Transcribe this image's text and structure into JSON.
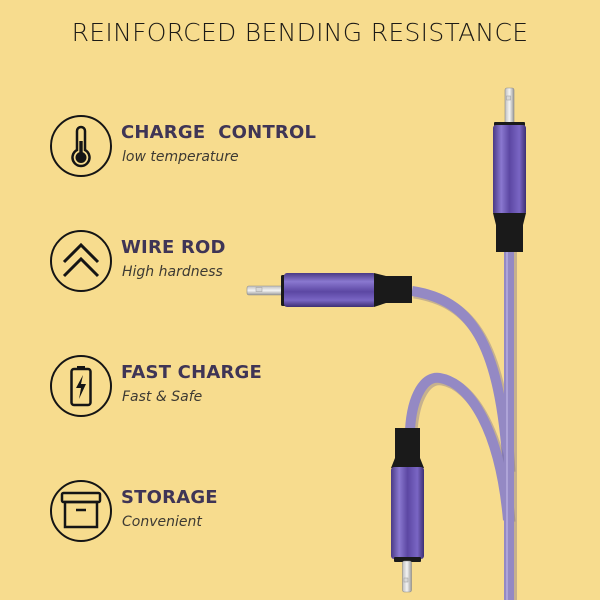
{
  "title": "REINFORCED BENDING RESISTANCE",
  "colors": {
    "background": "#f7dc8e",
    "heading": "#3f3556",
    "cable": "#9489c4",
    "connector_body": "#6a55b0",
    "boot": "#1a1a1a"
  },
  "features": [
    {
      "icon": "thermometer-icon",
      "heading": "CHARGE  CONTROL",
      "subtext": "low temperature"
    },
    {
      "icon": "double-chevron-up-icon",
      "heading": "WIRE ROD",
      "subtext": "High hardness"
    },
    {
      "icon": "battery-bolt-icon",
      "heading": "FAST CHARGE",
      "subtext": "Fast & Safe"
    },
    {
      "icon": "storage-box-icon",
      "heading": "STORAGE",
      "subtext": "Convenient"
    }
  ]
}
